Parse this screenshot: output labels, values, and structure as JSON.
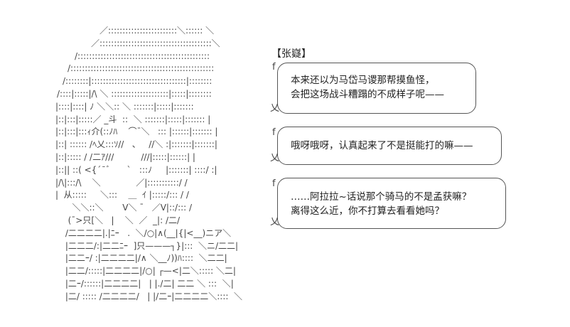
{
  "ascii_art": {
    "lines": [
      "／::::::::::::::::::::::::＼:::::: ＼",
      "／:::::::::::::::::::::::::::::::::::::::＼",
      "/::::::::::::::::::::::::::::::::::::::::::::::",
      "/::::::::::::::::::::::::::::::::::::::::::::::::::",
      "/::::::::|:::::::::::::::::::::::::::::::::|::::::::",
      "/::::|:::::|/\\ ＼ ::::::::::::::::::::|:::::|::::::::",
      "|::::|::::| ﾉ ＼＼:: ＼ :::::::|:::::|:::::::",
      "|::|:::|:::::／ _斗  ::  ＼ :::::::|:::::|::::::: |",
      "|::|:::|:::ｨ介(::ﾉﾊ    ⌒¯＼   ::: |::::::|::::::: |",
      "|::| :::::: /ﾍ乂:::ｿ//   、   //＼ :|:::::::|:::::::|",
      "|::|::::: / /二ｱ///          ///|:::::|::::::| |",
      "|::|| ::( <{´¯ﾞ      `   :::ﾉ     |:::::::| ::::/ :|",
      "|/\\|:::/\\    ＼             ／|:::::::::::/ /",
      "|  从:::::     ＼:::    ＿  ｲ |:::::/::: / /",
      "   ＼＼::＼       V＼ ¯   ／V|::/::: /",
      "  (¯>只[＼   |    ＼  ／  _|: /二/",
      " /二二二二|.|ﾆｰ   .  ＼/○|∧(__|{|<__)ニア＼",
      " |二二二/:|二二ﾆｰ  ]只———┐}|:::  ＼ニ/二二|",
      " |二二ｰ/ :|二二二二|/∧ ＼__ﾉ))ﾊ::::  ＼二二|",
      " |二二/:::::|二二二二|/○| ┌—<|二＼::::: ＼二|",
      " |二ｰ/::::::|二二二二|   | |./二| 二二 ＼ :::  ＼|",
      " |二/ ::::: /二二二二/   | |/二ｰ|二二二二＼::::  ＼"
    ]
  },
  "dialogue": {
    "speaker": "【张嶷】",
    "bubbles": [
      {
        "lines": [
          "本来还以为马岱马谡那帮摸鱼怪，",
          "会把这场战斗糟蹋的不成样子呢——"
        ]
      },
      {
        "lines": [
          "哦呀哦呀，认真起来了不是挺能打的嘛——"
        ]
      },
      {
        "lines": [
          "……阿拉拉~话说那个骑马的不是孟获嘛？",
          "离得这么近，你不打算去看看她吗？"
        ]
      }
    ],
    "tail_top": "f",
    "tail_bottom": "乂"
  }
}
